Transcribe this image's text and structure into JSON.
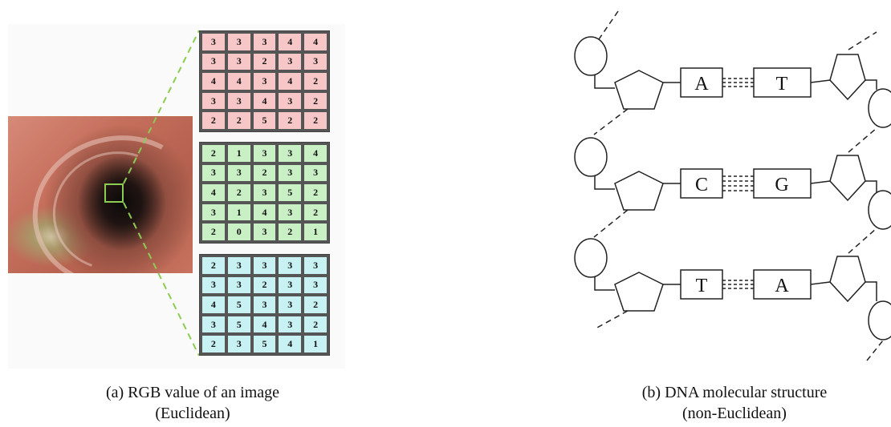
{
  "panel_a": {
    "caption_line1": "(a) RGB value of an image",
    "caption_line2": "(Euclidean)",
    "highlight_color": "#8ccc52",
    "grids": [
      {
        "channel": "red",
        "fill": "#f7c7c7",
        "values": [
          [
            3,
            3,
            3,
            4,
            4
          ],
          [
            3,
            3,
            2,
            3,
            3
          ],
          [
            4,
            4,
            3,
            4,
            2
          ],
          [
            3,
            3,
            4,
            3,
            2
          ],
          [
            2,
            2,
            5,
            2,
            2
          ]
        ]
      },
      {
        "channel": "green",
        "fill": "#c9efc4",
        "values": [
          [
            2,
            1,
            3,
            3,
            4
          ],
          [
            3,
            3,
            2,
            3,
            3
          ],
          [
            4,
            2,
            3,
            5,
            2
          ],
          [
            3,
            1,
            4,
            3,
            2
          ],
          [
            2,
            0,
            3,
            2,
            1
          ]
        ]
      },
      {
        "channel": "blue",
        "fill": "#c8f1f3",
        "values": [
          [
            2,
            3,
            3,
            3,
            3
          ],
          [
            3,
            3,
            2,
            3,
            3
          ],
          [
            4,
            5,
            3,
            3,
            2
          ],
          [
            3,
            5,
            4,
            3,
            2
          ],
          [
            2,
            3,
            5,
            4,
            1
          ]
        ]
      }
    ]
  },
  "panel_b": {
    "caption_line1": "(b) DNA molecular structure",
    "caption_line2": "(non-Euclidean)",
    "base_pairs": [
      {
        "left": "A",
        "right": "T"
      },
      {
        "left": "C",
        "right": "G"
      },
      {
        "left": "T",
        "right": "A"
      }
    ]
  }
}
